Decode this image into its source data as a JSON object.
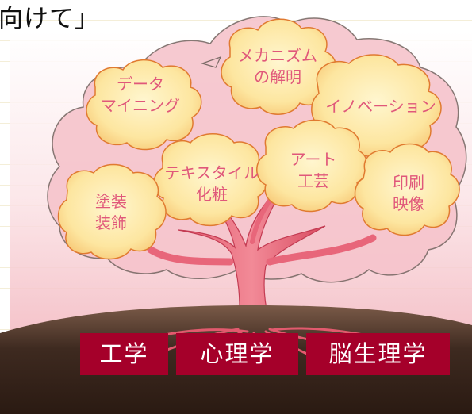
{
  "heading": {
    "text": "向けて」"
  },
  "clouds": [
    {
      "id": "data-mining",
      "lines": [
        "データ",
        "マイニング"
      ]
    },
    {
      "id": "mechanism",
      "lines": [
        "メカニズム",
        "の解明"
      ]
    },
    {
      "id": "innovation",
      "lines": [
        "イノベーション"
      ]
    },
    {
      "id": "textile-cosmetics",
      "lines": [
        "テキスタイル",
        "化粧"
      ]
    },
    {
      "id": "art-craft",
      "lines": [
        "アート",
        "工芸"
      ]
    },
    {
      "id": "printing-imaging",
      "lines": [
        "印刷",
        "映像"
      ]
    },
    {
      "id": "painting-decoration",
      "lines": [
        "塗装",
        "装飾"
      ]
    }
  ],
  "fields": [
    {
      "id": "engineering",
      "label": "工学"
    },
    {
      "id": "psychology",
      "label": "心理学"
    },
    {
      "id": "brain-physiology",
      "label": "脳生理学"
    }
  ],
  "colors": {
    "cloud_fill": "#fde6a0",
    "cloud_stroke": "#e07a30",
    "cloud_text": "#e0577a",
    "trunk": "#e8667a",
    "canopy": "#f8d0d6",
    "ground": "#4a3226",
    "field_box": "#a5002a",
    "field_text": "#ffffff"
  }
}
